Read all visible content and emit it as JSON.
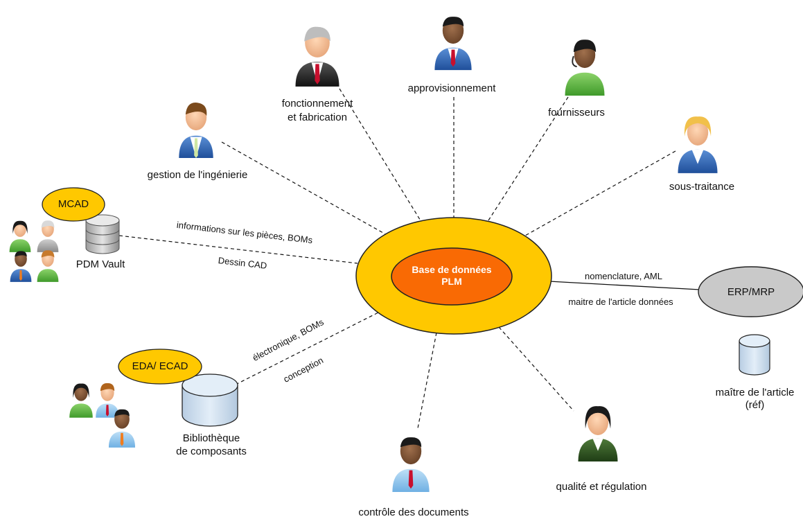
{
  "center": {
    "line1": "Base de données",
    "line2": "PLM"
  },
  "nodes": {
    "engineering": "gestion de l'ingénierie",
    "operations_line1": "fonctionnement",
    "operations_line2": "et fabrication",
    "procurement": "approvisionnement",
    "suppliers": "fournisseurs",
    "subcontracting": "sous-traitance",
    "quality": "qualité et régulation",
    "documents": "contrôle des documents",
    "erp": "ERP/MRP",
    "item_master_line1": "maître de l'article",
    "item_master_line2": "(réf)",
    "mcad": "MCAD",
    "pdm_vault": "PDM Vault",
    "eda": "EDA/ ECAD",
    "library_line1": "Bibliothèque",
    "library_line2": "de composants"
  },
  "edges": {
    "mcad_top": "informations sur les pièces, BOMs",
    "mcad_bottom": "Dessin CAD",
    "erp_top": "nomenclature, AML",
    "erp_bottom": "maitre de l'article données",
    "eda_top": "électronique, BOMs",
    "eda_bottom": "conception"
  },
  "colors": {
    "outer_ring": "#ffc800",
    "inner_core": "#f96a04",
    "erp_fill": "#c9c9c9",
    "cylinder_fill": "#d9e6f2",
    "label_oval": "#ffc800"
  }
}
